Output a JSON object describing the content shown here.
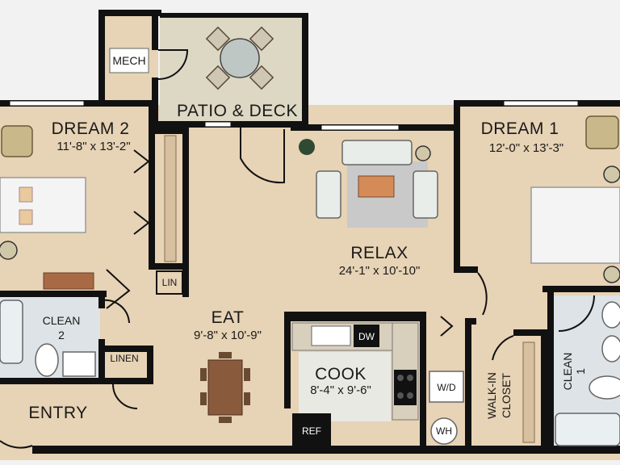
{
  "colors": {
    "floor": "#e7d3b5",
    "wall": "#111111",
    "tile": "#dde3e6",
    "patio": "#dcd8c4",
    "rug": "#c9c9c9",
    "wood": "#8a5a3c",
    "appliance": "#111111"
  },
  "rooms": {
    "dream2": {
      "name": "DREAM 2",
      "dims": "11'-8\" x 13'-2\""
    },
    "dream1": {
      "name": "DREAM 1",
      "dims": "12'-0\" x 13'-3\""
    },
    "relax": {
      "name": "RELAX",
      "dims": "24'-1\" x 10'-10\""
    },
    "eat": {
      "name": "EAT",
      "dims": "9'-8\" x 10'-9\""
    },
    "cook": {
      "name": "COOK",
      "dims": "8'-4\" x 9'-6\""
    },
    "patio": {
      "name": "PATIO & DECK"
    },
    "mech": {
      "name": "MECH"
    },
    "clean2": {
      "name": "CLEAN",
      "number": "2"
    },
    "clean1": {
      "name": "CLEAN",
      "number": "1"
    },
    "entry": {
      "name": "ENTRY"
    },
    "walkin": {
      "line1": "WALK-IN",
      "line2": "CLOSET"
    },
    "lin": {
      "name": "LIN"
    },
    "linen": {
      "name": "LINEN"
    }
  },
  "appliances": {
    "dw": "DW",
    "wd": "W/D",
    "wh": "WH",
    "ref": "REF"
  }
}
